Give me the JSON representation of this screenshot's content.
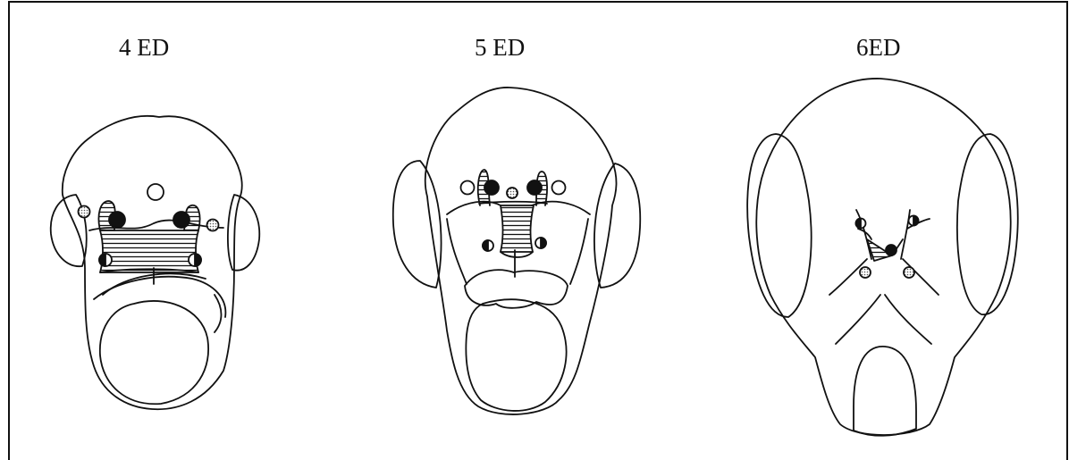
{
  "stages": [
    {
      "label": "4 ED"
    },
    {
      "label": "5 ED"
    },
    {
      "label": "6ED"
    }
  ]
}
